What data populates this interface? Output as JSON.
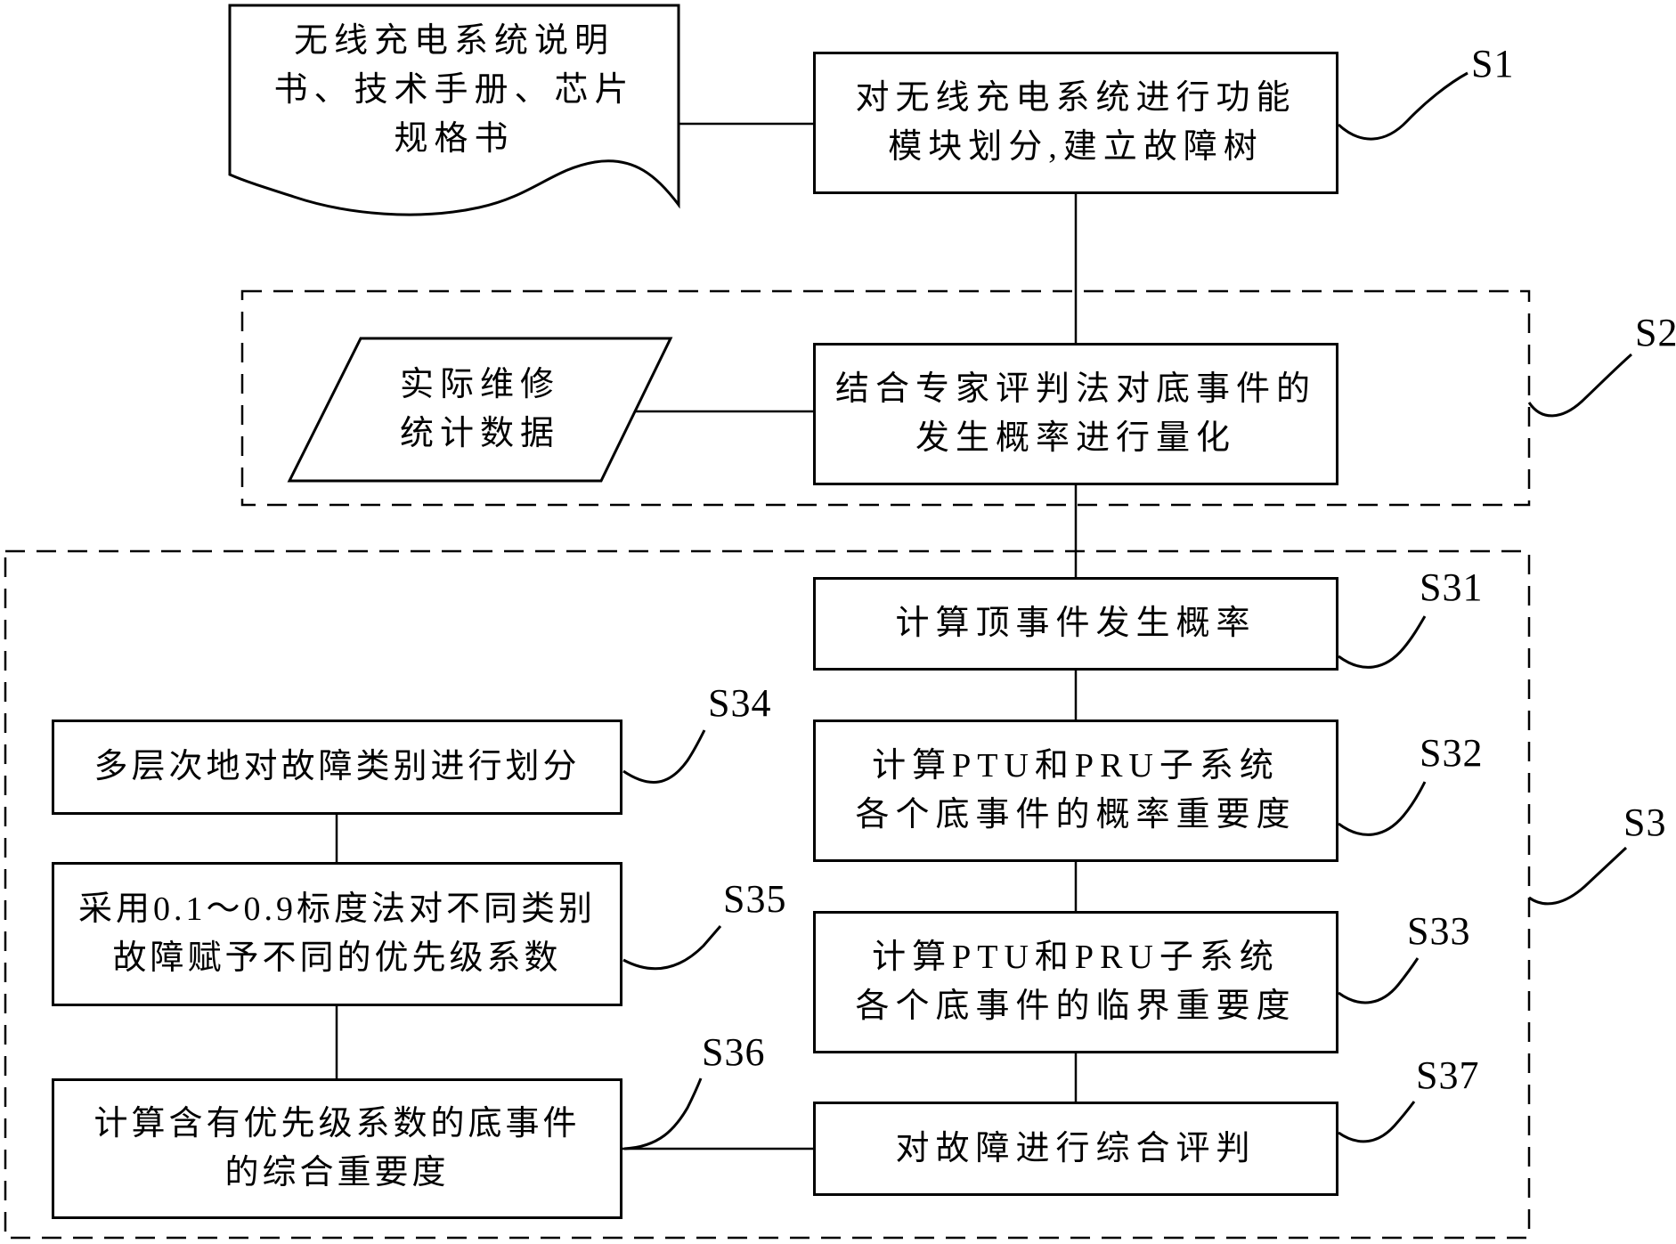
{
  "colors": {
    "ink": "#000000",
    "paper": "#ffffff"
  },
  "nodes": {
    "source_doc": {
      "lines": [
        "无线充电系统说明",
        "书、技术手册、芯片",
        "规格书"
      ]
    },
    "s1": {
      "step": "S1",
      "lines": [
        "对无线充电系统进行功能",
        "模块划分,建立故障树"
      ]
    },
    "repair_data": {
      "lines": [
        "实际维修",
        "统计数据"
      ]
    },
    "s2": {
      "step": "S2",
      "lines": [
        "结合专家评判法对底事件的",
        "发生概率进行量化"
      ]
    },
    "s3": {
      "step": "S3"
    },
    "s31": {
      "step": "S31",
      "lines": [
        "计算顶事件发生概率"
      ]
    },
    "s32": {
      "step": "S32",
      "lines": [
        "计算PTU和PRU子系统",
        "各个底事件的概率重要度"
      ]
    },
    "s33": {
      "step": "S33",
      "lines": [
        "计算PTU和PRU子系统",
        "各个底事件的临界重要度"
      ]
    },
    "s34": {
      "step": "S34",
      "lines": [
        "多层次地对故障类别进行划分"
      ]
    },
    "s35": {
      "step": "S35",
      "lines": [
        "采用0.1～0.9标度法对不同类别",
        "故障赋予不同的优先级系数"
      ]
    },
    "s36": {
      "step": "S36",
      "lines": [
        "计算含有优先级系数的底事件",
        "的综合重要度"
      ]
    },
    "s37": {
      "step": "S37",
      "lines": [
        "对故障进行综合评判"
      ]
    }
  }
}
